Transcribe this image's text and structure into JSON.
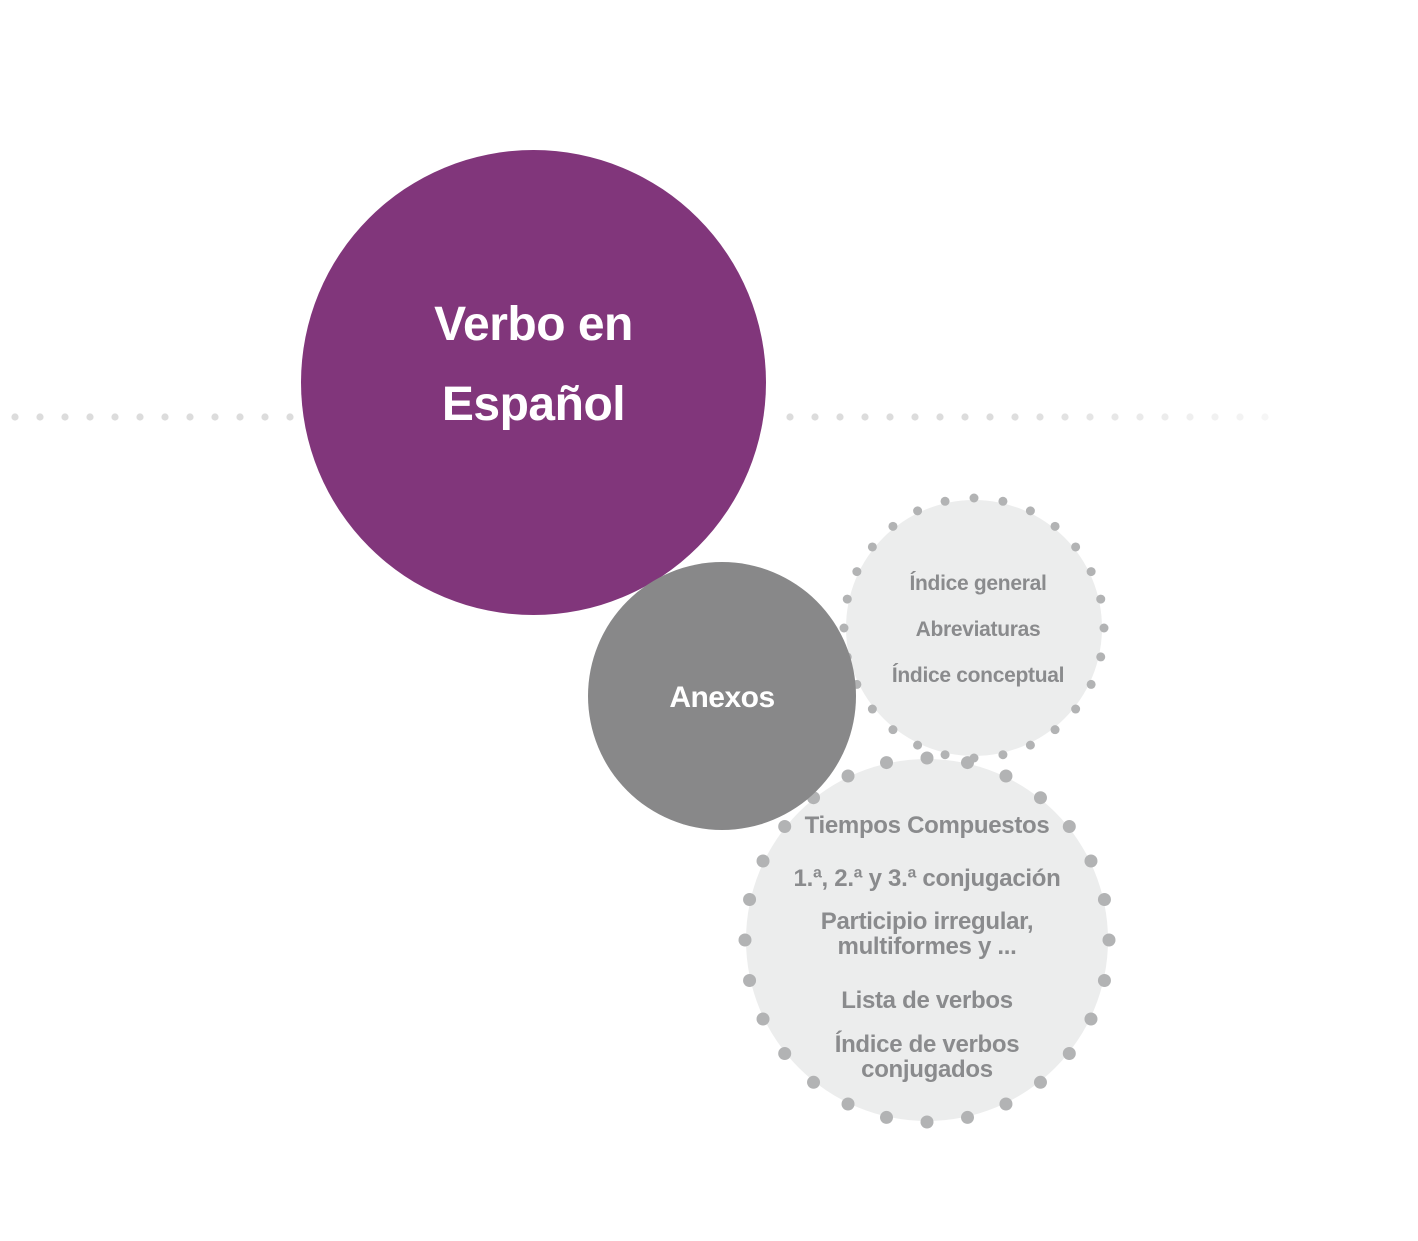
{
  "colors": {
    "main": "#81367b",
    "anexos": "#888889",
    "bubble_fill": "#eceded",
    "bubble_dots": "#b2b3b4",
    "dotted_line": "#dcdcdc",
    "item_text": "#8a8b8d"
  },
  "main_title": {
    "line1": "Verbo en",
    "line2": "Español"
  },
  "anexos": {
    "label": "Anexos"
  },
  "upper_group": {
    "items": [
      {
        "label": "Índice general"
      },
      {
        "label": "Abreviaturas"
      },
      {
        "label": "Índice conceptual"
      }
    ]
  },
  "lower_group": {
    "items": [
      {
        "label": "Tiempos Compuestos"
      },
      {
        "label": "1.ª, 2.ª y 3.ª conjugación"
      },
      {
        "label_line1": "Participio irregular,",
        "label_line2": "multiformes y ..."
      },
      {
        "label": "Lista de verbos"
      },
      {
        "label_line1": "Índice de verbos",
        "label_line2": "conjugados"
      }
    ]
  }
}
